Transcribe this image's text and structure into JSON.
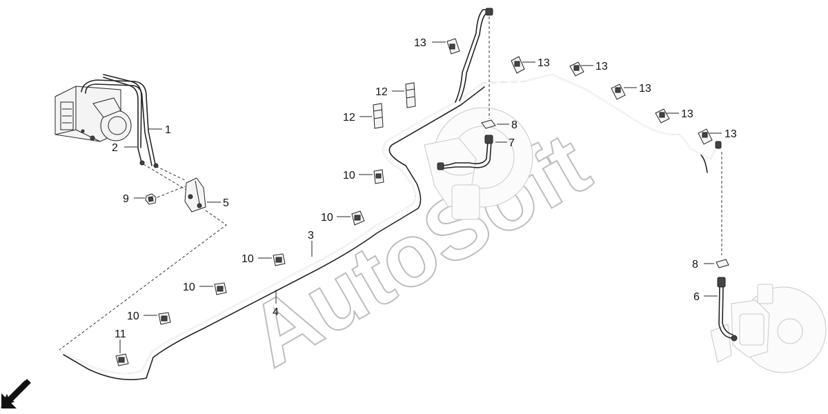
{
  "watermark": "AutoSoft",
  "labels": {
    "p1": "1",
    "p2": "2",
    "p3": "3",
    "p4": "4",
    "p5": "5",
    "p6": "6",
    "p7": "7",
    "p8a": "8",
    "p8b": "8",
    "p9": "9",
    "p10a": "10",
    "p10b": "10",
    "p10c": "10",
    "p10d": "10",
    "p10e": "10",
    "p11": "11",
    "p12a": "12",
    "p12b": "12",
    "p13a": "13",
    "p13b": "13",
    "p13c": "13",
    "p13d": "13",
    "p13e": "13",
    "p13f": "13"
  },
  "icons": {
    "direction_arrow": "arrow-down-left-icon"
  }
}
